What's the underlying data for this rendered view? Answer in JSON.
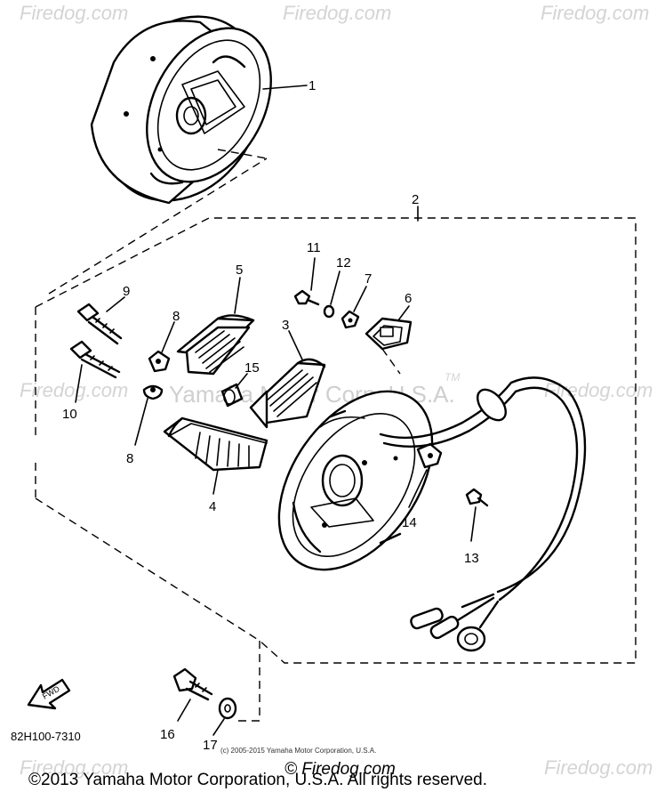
{
  "watermark": {
    "site": "Firedog.com",
    "center_text": "Yamaha Motor Corp. U.S.A.",
    "tm": "TM"
  },
  "callouts": [
    "1",
    "2",
    "3",
    "4",
    "5",
    "6",
    "7",
    "8",
    "8",
    "9",
    "10",
    "11",
    "12",
    "13",
    "14",
    "15",
    "16",
    "17"
  ],
  "fwd_label": "FWD",
  "drawing_number": "82H100-7310",
  "small_copyright": "(c) 2005-2015 Yamaha Motor Corporation, U.S.A.",
  "footer": {
    "copyright": "©2013 Yamaha Motor Corporation, U.S.A. All rights reserved.",
    "firedog_tail": "© Firedog.com"
  }
}
